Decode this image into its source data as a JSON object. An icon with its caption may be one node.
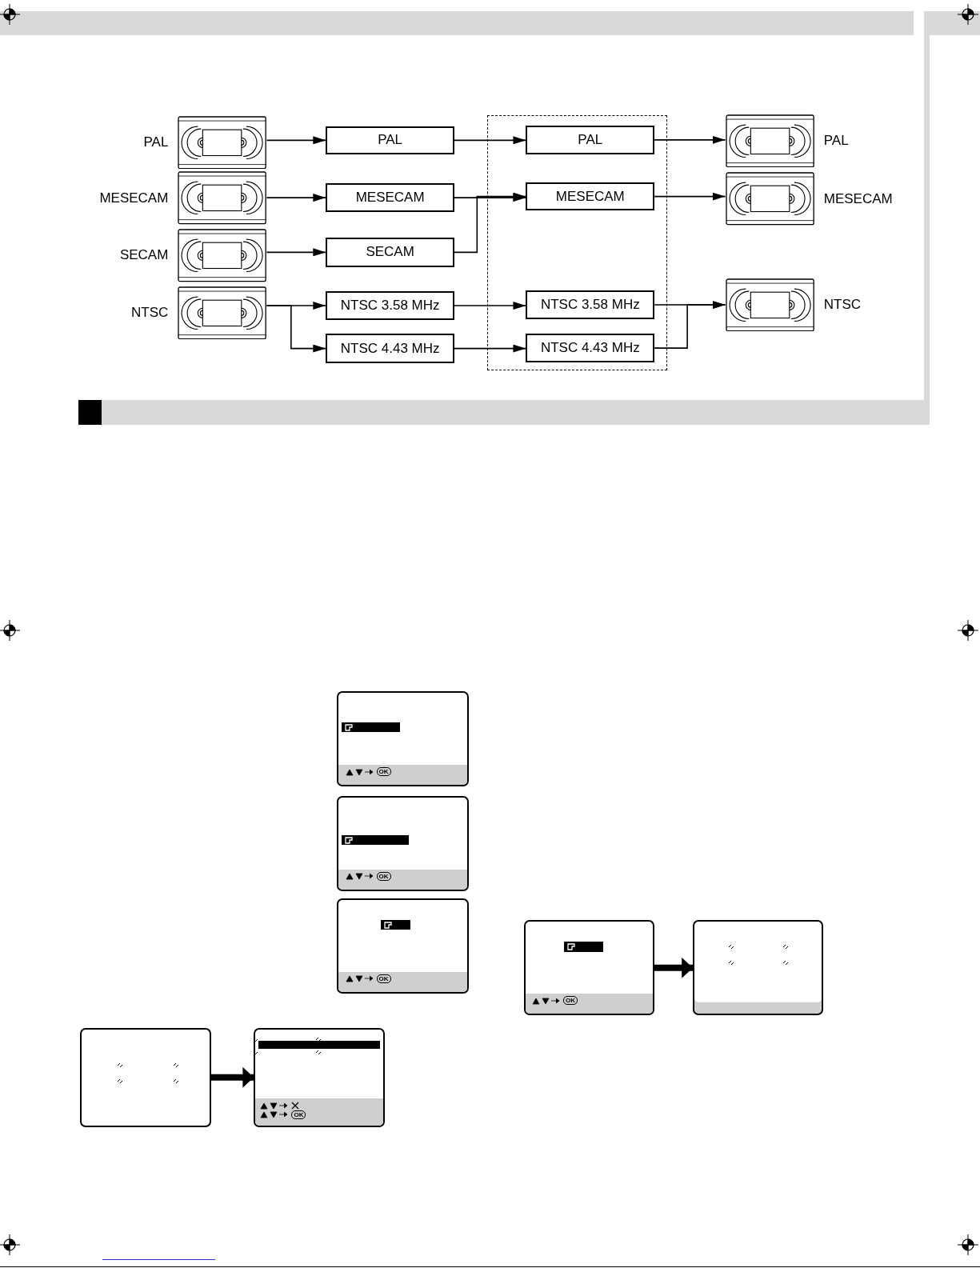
{
  "diagram": {
    "nodes": [
      {
        "text": [
          "PAL"
        ]
      },
      {
        "text": [
          "MESECAM"
        ]
      },
      {
        "text": [
          "SECAM"
        ]
      },
      {
        "text": [
          "NTSC"
        ]
      },
      {
        "text": [
          "PAL"
        ]
      },
      {
        "text": [
          "MESECAM"
        ]
      },
      {
        "text": [
          "SECAM"
        ]
      },
      {
        "text": [
          "NTSC 3.58 MHz"
        ]
      },
      {
        "text": [
          "NTSC 4.43 MHz"
        ]
      },
      {
        "text": [],
        "shape": "box"
      },
      {
        "text": [
          "PAL"
        ],
        "in": 9
      },
      {
        "text": [
          "MESECAM"
        ],
        "in": 9
      },
      {
        "text": [
          "NTSC 3.58 MHz"
        ],
        "in": 9
      },
      {
        "text": [
          "NTSC 4.43 MHz"
        ],
        "in": 9
      },
      {
        "text": [
          "PAL"
        ]
      },
      {
        "text": [
          "MESECAM"
        ]
      },
      {
        "text": [
          "NTSC"
        ]
      },
      {
        "text": [],
        "shape": "bar"
      },
      {
        "text": [],
        "shape": "box"
      },
      {
        "text": [],
        "shape": "box"
      },
      {
        "text": [],
        "shape": "box"
      },
      {
        "text": [],
        "shape": "box"
      },
      {
        "text": [],
        "shape": "box"
      },
      {
        "text": [],
        "shape": "box"
      },
      {
        "text": [],
        "shape": "box"
      },
      {
        "text": [],
        "shape": "bar"
      }
    ],
    "edges": [
      {
        "from": 0,
        "to": 4,
        "arrow": "to"
      },
      {
        "from": 1,
        "to": 5,
        "arrow": "to"
      },
      {
        "from": 2,
        "to": 6,
        "arrow": "to"
      },
      {
        "from": 3,
        "to": 7,
        "arrow": "to"
      },
      {
        "from": 3,
        "to": 8,
        "arrow": "to"
      },
      {
        "from": 4,
        "to": 10,
        "arrow": "to"
      },
      {
        "from": 5,
        "to": 11,
        "arrow": "to"
      },
      {
        "from": 6,
        "to": 11,
        "arrow": "to"
      },
      {
        "from": 7,
        "to": 12,
        "arrow": "to"
      },
      {
        "from": 8,
        "to": 13,
        "arrow": "to"
      },
      {
        "from": 10,
        "to": 14,
        "arrow": "to"
      },
      {
        "from": 11,
        "to": 15,
        "arrow": "to"
      },
      {
        "from": 12,
        "to": 16,
        "arrow": "to"
      },
      {
        "from": 13,
        "to": 16,
        "arrow": "to"
      },
      {
        "from": 21,
        "to": 22,
        "arrow": "to",
        "style": "thick"
      },
      {
        "from": 23,
        "to": 24,
        "arrow": "to",
        "style": "thick"
      }
    ],
    "labels": [
      "OK",
      "OK",
      "OK",
      "OK",
      "OK"
    ]
  }
}
